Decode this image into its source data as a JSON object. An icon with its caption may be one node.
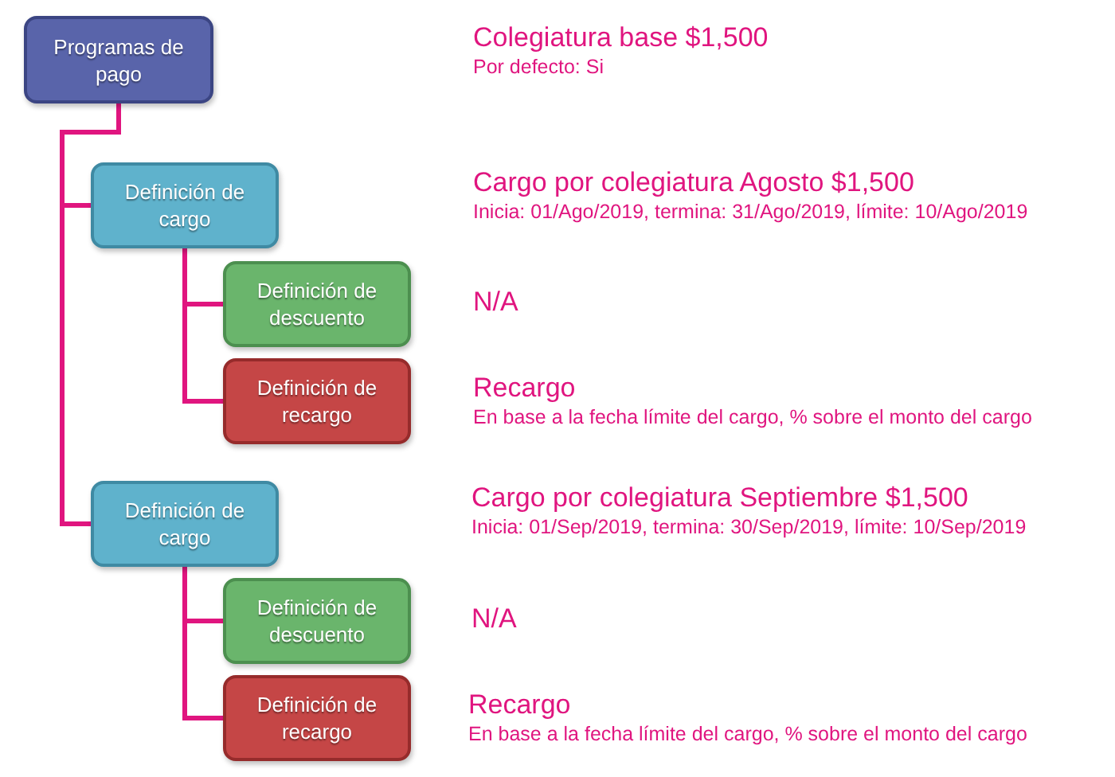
{
  "diagram": {
    "nodes": [
      {
        "text": [
          "Programas de pago"
        ],
        "beside": [
          "Colegiatura base $1,500",
          "Por defecto: Si"
        ]
      },
      {
        "text": [
          "Definición de cargo"
        ],
        "beside": [
          "Cargo por colegiatura Agosto $1,500",
          "Inicia: 01/Ago/2019, termina: 31/Ago/2019, límite: 10/Ago/2019"
        ]
      },
      {
        "text": [
          "Definición de descuento"
        ],
        "beside": [
          "N/A"
        ]
      },
      {
        "text": [
          "Definición de recargo"
        ],
        "beside": [
          "Recargo",
          "En base a la fecha límite del cargo, % sobre el monto del cargo"
        ]
      },
      {
        "text": [
          "Definición de cargo"
        ],
        "beside": [
          "Cargo por colegiatura Septiembre $1,500",
          "Inicia: 01/Sep/2019, termina: 30/Sep/2019, límite: 10/Sep/2019"
        ]
      },
      {
        "text": [
          "Definición de descuento"
        ],
        "beside": [
          "N/A"
        ]
      },
      {
        "text": [
          "Definición de recargo"
        ],
        "beside": [
          "Recargo",
          "En base a la fecha límite del cargo, % sobre el monto del cargo"
        ]
      }
    ],
    "edges": [
      {
        "from": 0,
        "to": 1,
        "arrow": "none"
      },
      {
        "from": 1,
        "to": 2,
        "arrow": "none"
      },
      {
        "from": 1,
        "to": 3,
        "arrow": "none"
      },
      {
        "from": 0,
        "to": 4,
        "arrow": "none"
      },
      {
        "from": 4,
        "to": 5,
        "arrow": "none"
      },
      {
        "from": 4,
        "to": 6,
        "arrow": "none"
      }
    ]
  }
}
